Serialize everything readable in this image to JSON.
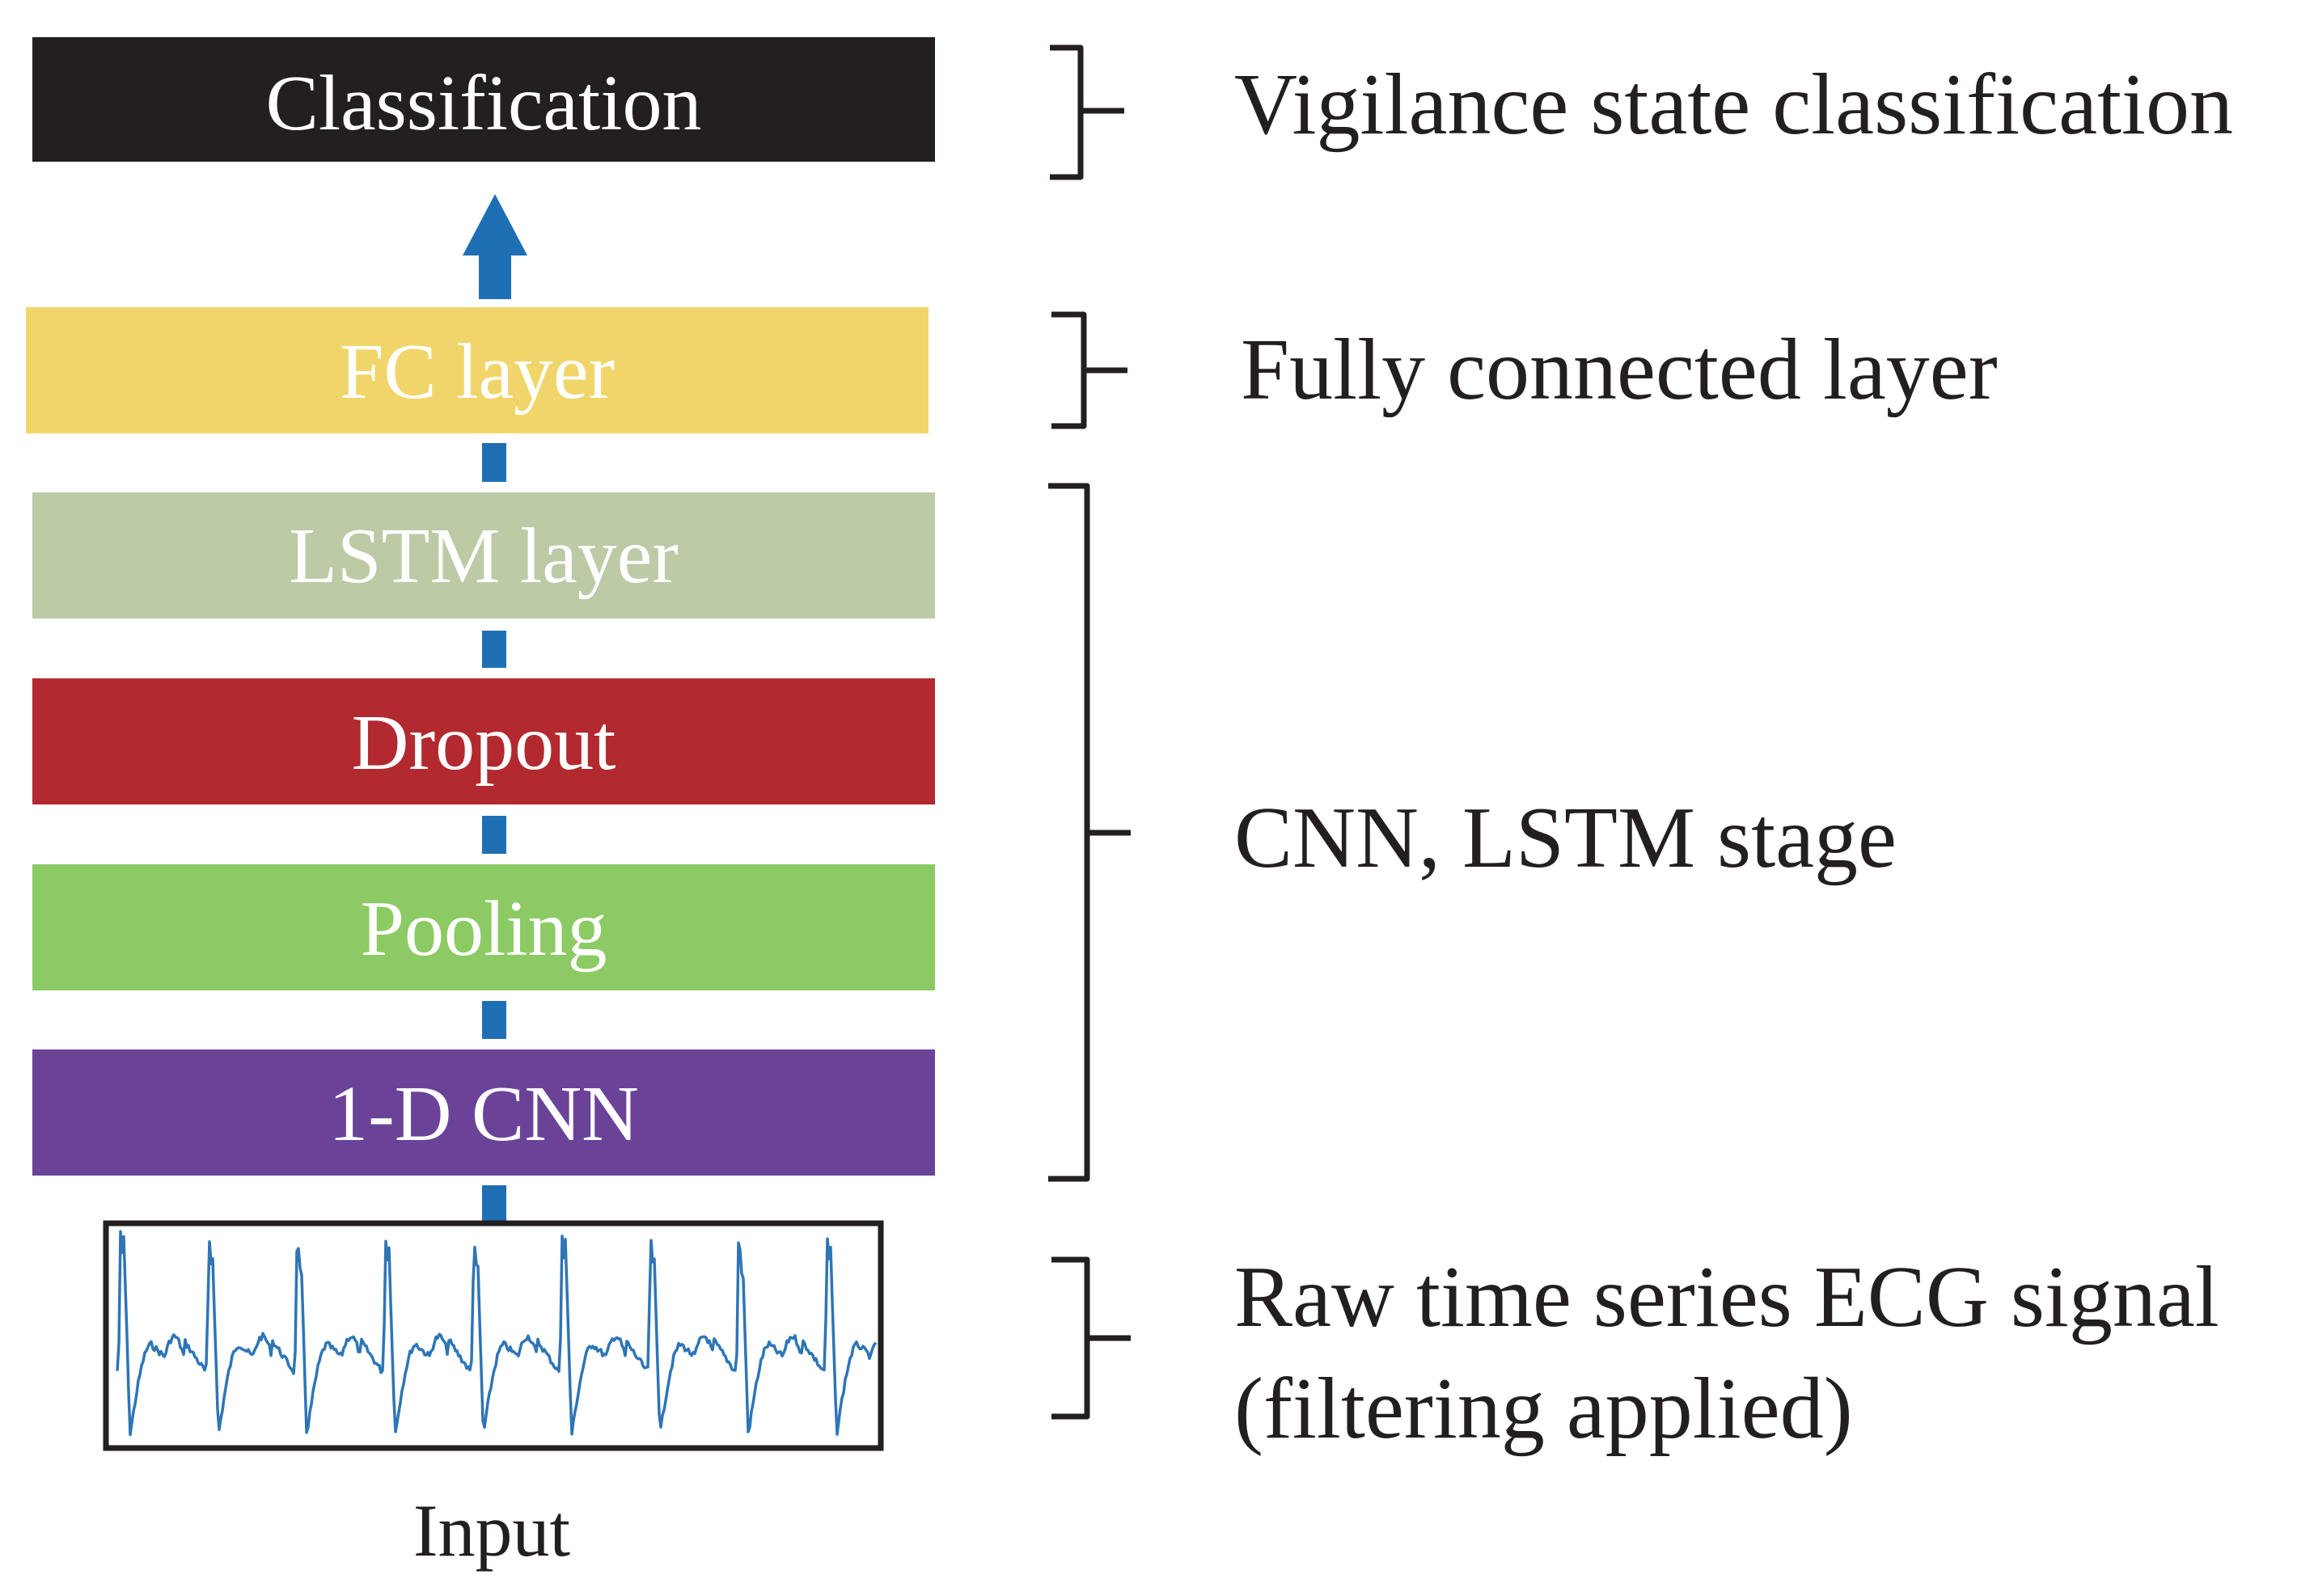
{
  "layers": [
    {
      "id": "classification",
      "label": "Classification",
      "color": "#231f20"
    },
    {
      "id": "fc",
      "label": "FC layer",
      "color": "#f0d66a"
    },
    {
      "id": "lstm",
      "label": "LSTM layer",
      "color": "#bccaa6"
    },
    {
      "id": "dropout",
      "label": "Dropout",
      "color": "#b22930"
    },
    {
      "id": "pooling",
      "label": "Pooling",
      "color": "#8cca64"
    },
    {
      "id": "cnn",
      "label": "1-D CNN",
      "color": "#6a4399"
    }
  ],
  "descriptions": {
    "classification": "Vigilance state classification",
    "fc": "Fully connected layer",
    "stage": "CNN, LSTM stage",
    "raw_line1": "Raw time series ECG signal",
    "raw_line2": "(filtering applied)"
  },
  "input": {
    "label": "Input",
    "signal_color": "#2e75b6",
    "beat_count": 9
  },
  "arrow_color": "#1f6fb5"
}
